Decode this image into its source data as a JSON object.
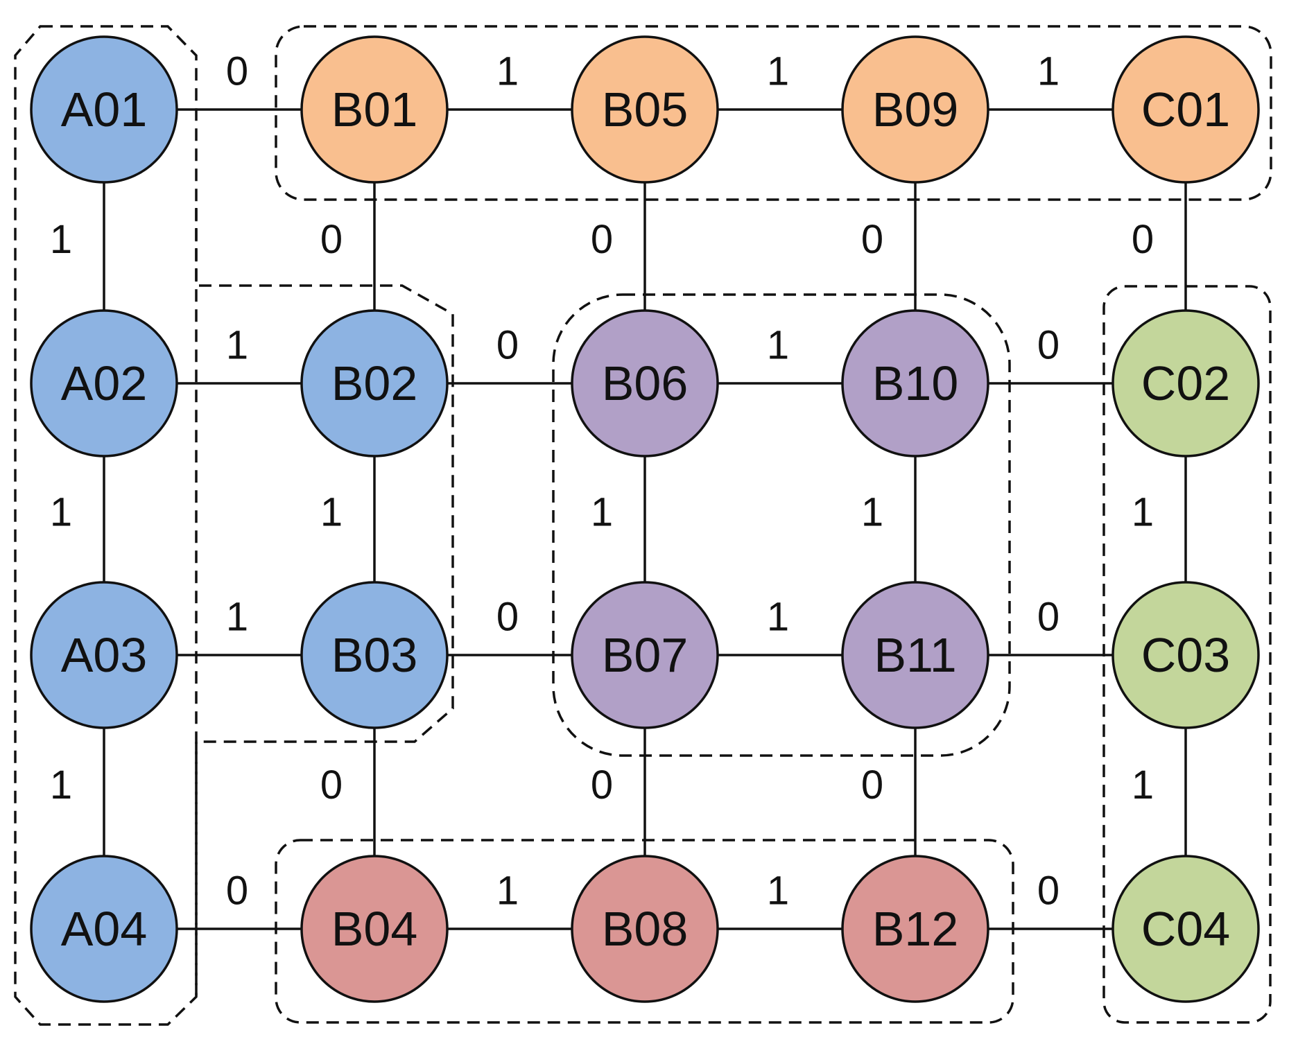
{
  "colors": {
    "blue": "#8db3e2",
    "orange": "#f9bf8f",
    "purple": "#b1a0c7",
    "green": "#c3d69b",
    "red": "#da9694"
  },
  "nodes": [
    {
      "id": "A01",
      "label": "A01",
      "color": "blue"
    },
    {
      "id": "A02",
      "label": "A02",
      "color": "blue"
    },
    {
      "id": "A03",
      "label": "A03",
      "color": "blue"
    },
    {
      "id": "A04",
      "label": "A04",
      "color": "blue"
    },
    {
      "id": "B01",
      "label": "B01",
      "color": "orange"
    },
    {
      "id": "B02",
      "label": "B02",
      "color": "blue"
    },
    {
      "id": "B03",
      "label": "B03",
      "color": "blue"
    },
    {
      "id": "B04",
      "label": "B04",
      "color": "red"
    },
    {
      "id": "B05",
      "label": "B05",
      "color": "orange"
    },
    {
      "id": "B06",
      "label": "B06",
      "color": "purple"
    },
    {
      "id": "B07",
      "label": "B07",
      "color": "purple"
    },
    {
      "id": "B08",
      "label": "B08",
      "color": "red"
    },
    {
      "id": "B09",
      "label": "B09",
      "color": "orange"
    },
    {
      "id": "B10",
      "label": "B10",
      "color": "purple"
    },
    {
      "id": "B11",
      "label": "B11",
      "color": "purple"
    },
    {
      "id": "B12",
      "label": "B12",
      "color": "red"
    },
    {
      "id": "C01",
      "label": "C01",
      "color": "orange"
    },
    {
      "id": "C02",
      "label": "C02",
      "color": "green"
    },
    {
      "id": "C03",
      "label": "C03",
      "color": "green"
    },
    {
      "id": "C04",
      "label": "C04",
      "color": "green"
    }
  ],
  "edges": [
    {
      "from": "A01",
      "to": "B01",
      "weight": "0"
    },
    {
      "from": "B01",
      "to": "B05",
      "weight": "1"
    },
    {
      "from": "B05",
      "to": "B09",
      "weight": "1"
    },
    {
      "from": "B09",
      "to": "C01",
      "weight": "1"
    },
    {
      "from": "A02",
      "to": "B02",
      "weight": "1"
    },
    {
      "from": "B02",
      "to": "B06",
      "weight": "0"
    },
    {
      "from": "B06",
      "to": "B10",
      "weight": "1"
    },
    {
      "from": "B10",
      "to": "C02",
      "weight": "0"
    },
    {
      "from": "A03",
      "to": "B03",
      "weight": "1"
    },
    {
      "from": "B03",
      "to": "B07",
      "weight": "0"
    },
    {
      "from": "B07",
      "to": "B11",
      "weight": "1"
    },
    {
      "from": "B11",
      "to": "C03",
      "weight": "0"
    },
    {
      "from": "A04",
      "to": "B04",
      "weight": "0"
    },
    {
      "from": "B04",
      "to": "B08",
      "weight": "1"
    },
    {
      "from": "B08",
      "to": "B12",
      "weight": "1"
    },
    {
      "from": "B12",
      "to": "C04",
      "weight": "0"
    },
    {
      "from": "A01",
      "to": "A02",
      "weight": "1"
    },
    {
      "from": "A02",
      "to": "A03",
      "weight": "1"
    },
    {
      "from": "A03",
      "to": "A04",
      "weight": "1"
    },
    {
      "from": "B01",
      "to": "B02",
      "weight": "0"
    },
    {
      "from": "B02",
      "to": "B03",
      "weight": "1"
    },
    {
      "from": "B03",
      "to": "B04",
      "weight": "0"
    },
    {
      "from": "B05",
      "to": "B06",
      "weight": "0"
    },
    {
      "from": "B06",
      "to": "B07",
      "weight": "1"
    },
    {
      "from": "B07",
      "to": "B08",
      "weight": "0"
    },
    {
      "from": "B09",
      "to": "B10",
      "weight": "0"
    },
    {
      "from": "B10",
      "to": "B11",
      "weight": "1"
    },
    {
      "from": "B11",
      "to": "B12",
      "weight": "0"
    },
    {
      "from": "C01",
      "to": "C02",
      "weight": "0"
    },
    {
      "from": "C02",
      "to": "C03",
      "weight": "1"
    },
    {
      "from": "C03",
      "to": "C04",
      "weight": "1"
    }
  ],
  "groups": [
    {
      "name": "group-a-column"
    },
    {
      "name": "group-top-row"
    },
    {
      "name": "group-b01-b03"
    },
    {
      "name": "group-center"
    },
    {
      "name": "group-c-column"
    },
    {
      "name": "group-bottom-row"
    }
  ]
}
